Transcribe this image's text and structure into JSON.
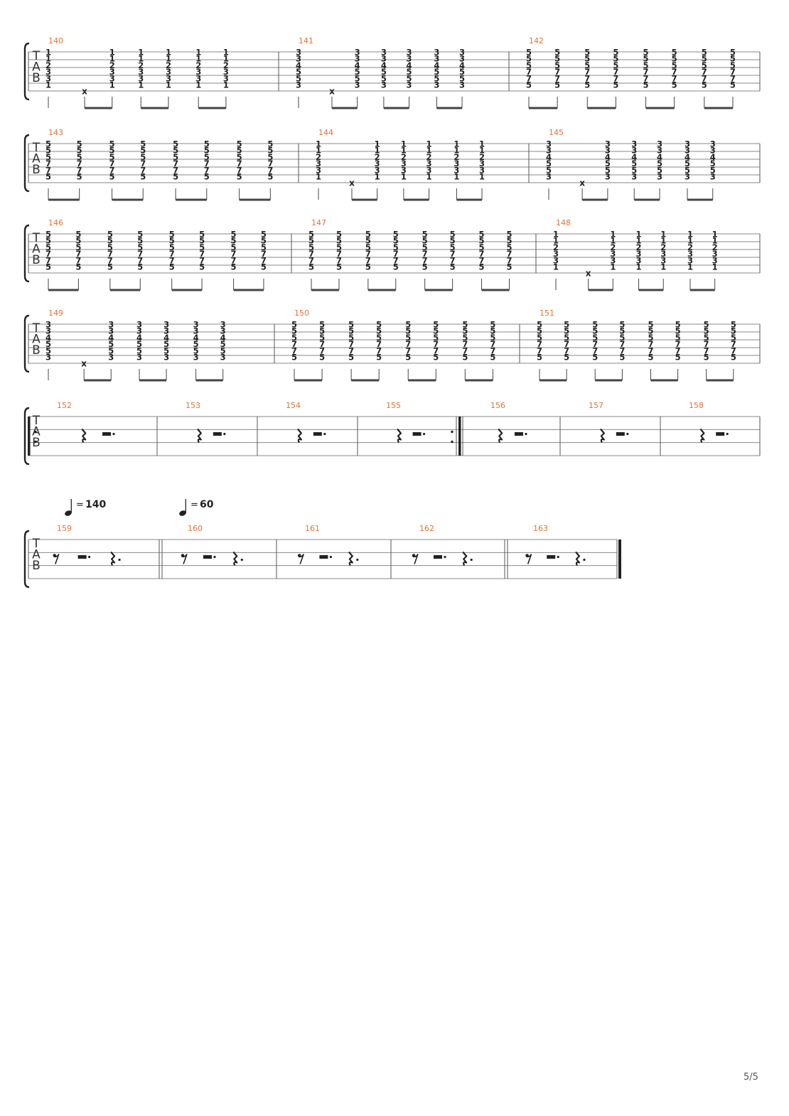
{
  "page": {
    "number_label": "5/5"
  },
  "tab_clef_letters": [
    "T",
    "A",
    "B"
  ],
  "muted_symbol": "x",
  "chords": {
    "A": [
      "1",
      "1",
      "2",
      "3",
      "3",
      "1"
    ],
    "B": [
      "3",
      "3",
      "4",
      "5",
      "5",
      "3"
    ],
    "C": [
      "5",
      "5",
      "5",
      "7",
      "7",
      "5"
    ]
  },
  "tempo_markings": [
    {
      "value": "140",
      "equals": "="
    },
    {
      "value": "60",
      "equals": "="
    }
  ],
  "systems": [
    {
      "type": "tab",
      "measures": [
        {
          "number": "140",
          "chord": "A",
          "pattern": "mute"
        },
        {
          "number": "141",
          "chord": "B",
          "pattern": "mute"
        },
        {
          "number": "142",
          "chord": "C",
          "pattern": "eighths"
        }
      ]
    },
    {
      "type": "tab",
      "measures": [
        {
          "number": "143",
          "chord": "C",
          "pattern": "eighths"
        },
        {
          "number": "144",
          "chord": "A",
          "pattern": "mute"
        },
        {
          "number": "145",
          "chord": "B",
          "pattern": "mute"
        }
      ]
    },
    {
      "type": "tab",
      "measures": [
        {
          "number": "146",
          "chord": "C",
          "pattern": "eighths"
        },
        {
          "number": "147",
          "chord": "C",
          "pattern": "eighths"
        },
        {
          "number": "148",
          "chord": "A",
          "pattern": "mute"
        }
      ]
    },
    {
      "type": "tab",
      "measures": [
        {
          "number": "149",
          "chord": "B",
          "pattern": "mute"
        },
        {
          "number": "150",
          "chord": "C",
          "pattern": "eighths"
        },
        {
          "number": "151",
          "chord": "C",
          "pattern": "eighths"
        }
      ]
    },
    {
      "type": "rest",
      "measures": [
        {
          "number": "152",
          "rest": "qr-hdot"
        },
        {
          "number": "153",
          "rest": "qr-hdot"
        },
        {
          "number": "154",
          "rest": "qr-hdot"
        },
        {
          "number": "155",
          "rest": "qr-hdot"
        },
        {
          "number": "156",
          "rest": "qr-hdot"
        },
        {
          "number": "157",
          "rest": "qr-hdot"
        },
        {
          "number": "158",
          "rest": "qr-hdot"
        }
      ]
    },
    {
      "type": "rest",
      "measures": [
        {
          "number": "159",
          "rest": "er-h-qdot"
        },
        {
          "number": "160",
          "rest": "er-h-qdot"
        },
        {
          "number": "161",
          "rest": "er-h-qdot"
        },
        {
          "number": "162",
          "rest": "er-h-qdot"
        },
        {
          "number": "163",
          "rest": "er-h-qdot"
        }
      ]
    }
  ]
}
